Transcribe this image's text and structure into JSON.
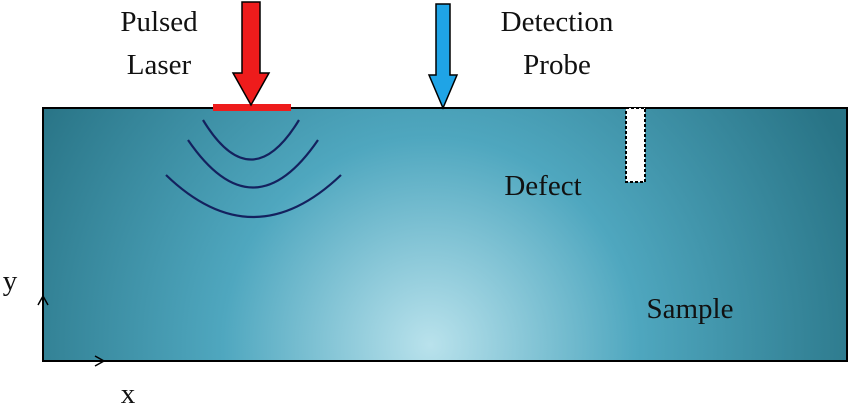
{
  "labels": {
    "laser_line1": "Pulsed",
    "laser_line2": "Laser",
    "probe_line1": "Detection",
    "probe_line2": "Probe",
    "defect": "Defect",
    "sample": "Sample",
    "axis_y": "y",
    "axis_x": "x"
  },
  "colors": {
    "laser_arrow": "#ee1c1c",
    "laser_spot": "#ee1c1c",
    "probe_arrow": "#1fa4e6",
    "sample_center": "#b9e2ec",
    "sample_mid": "#4fa7bf",
    "sample_edge": "#287385",
    "wave_front": "#14215e",
    "defect_fill": "#ffffff",
    "outline": "#000000"
  },
  "icons": {
    "laser_arrow": "down-arrow-icon",
    "probe_arrow": "down-arrow-icon",
    "axis_y": "up-arrow-icon",
    "axis_x": "right-arrow-icon"
  },
  "wave_fronts": 3
}
